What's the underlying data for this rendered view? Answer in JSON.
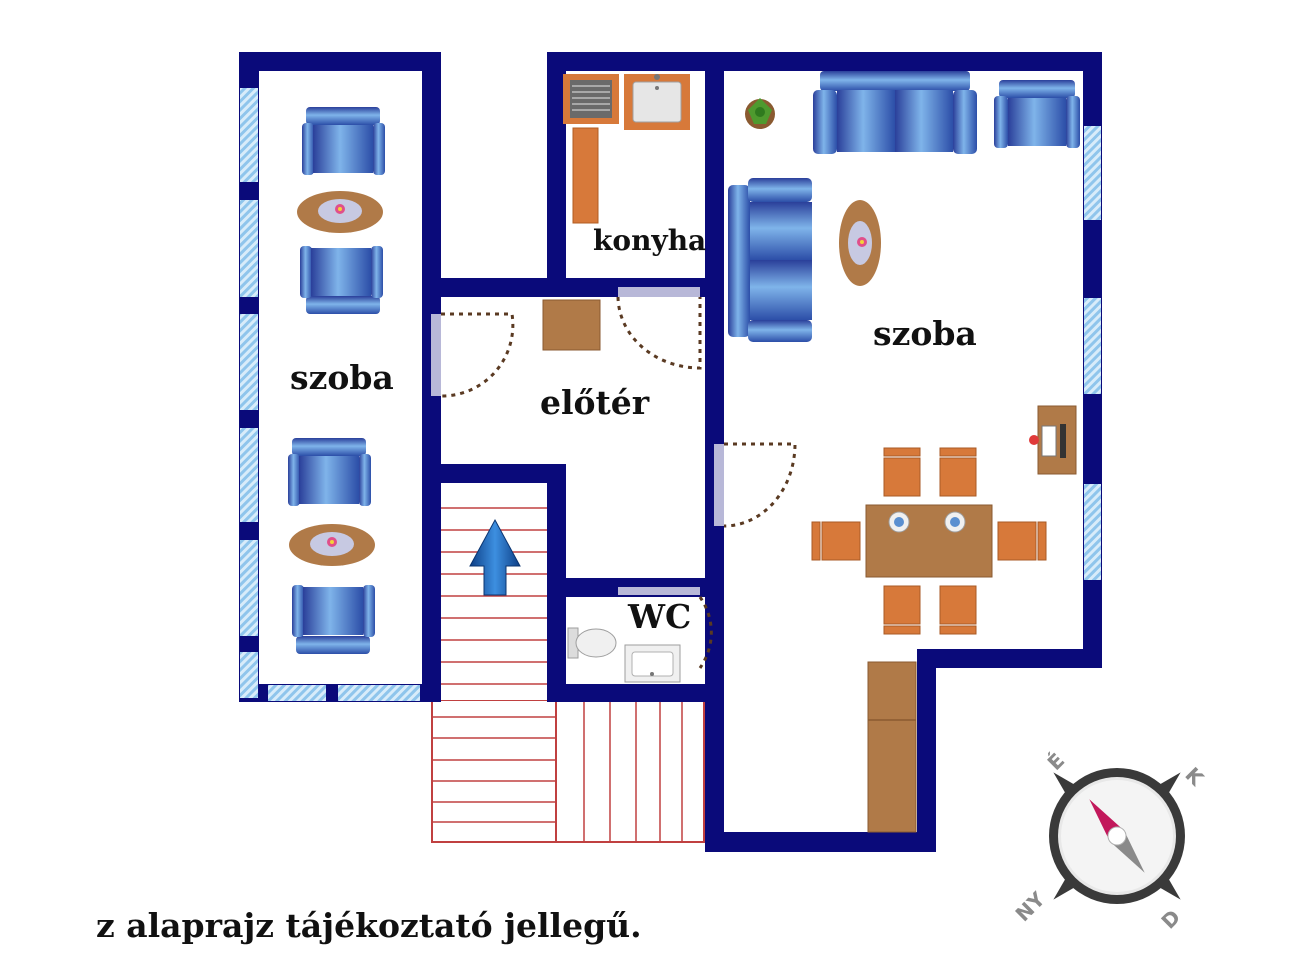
{
  "rooms": {
    "left_room": "szoba",
    "kitchen": "konyha",
    "hall": "előtér",
    "right_room": "szoba",
    "wc": "WC"
  },
  "compass": {
    "north": "É",
    "east": "K",
    "south": "D",
    "west": "NY"
  },
  "caption": "z alaprajz tájékoztató jellegű.",
  "colors": {
    "wall": "#0a0a7a",
    "window": "#a9d4f2",
    "furniture_wood": "#b07a48",
    "furniture_orange": "#d7793a",
    "sofa_blue": "#3f6fc0",
    "stairs": "#c04040",
    "arrow": "#1c6fc4",
    "compass_pointer": "#c2185b"
  }
}
